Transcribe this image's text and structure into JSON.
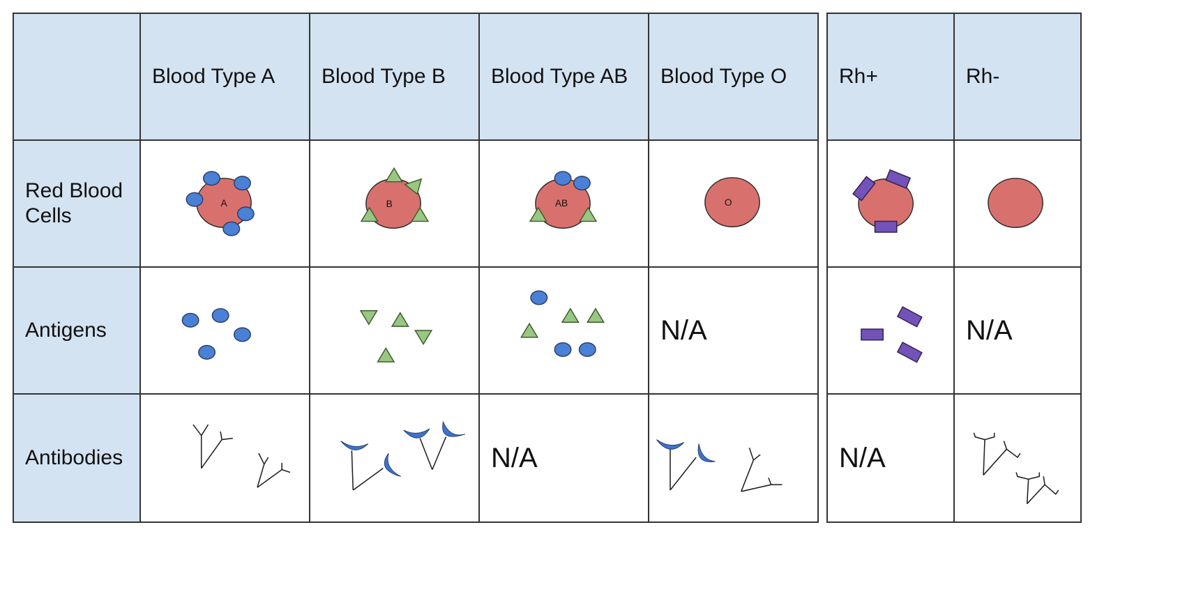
{
  "table": {
    "corner": "",
    "columns": [
      "Blood Type A",
      "Blood Type B",
      "Blood Type AB",
      "Blood Type O",
      "Rh+",
      "Rh-"
    ],
    "rows": [
      "Red Blood Cells",
      "Antigens",
      "Antibodies"
    ],
    "cell_labels": {
      "rbc_a": "A",
      "rbc_b": "B",
      "rbc_ab": "AB",
      "rbc_o": "O"
    },
    "na_text": {
      "antigens_o": "N/A",
      "antigens_rh_neg": "N/A",
      "antibodies_ab": "N/A",
      "antibodies_rh_pos": "N/A"
    }
  },
  "colors": {
    "header_bg": "#d4e3f2",
    "red_blood_cell": "#d8716d",
    "antigen_a": "#4a80d6",
    "antigen_b": "#98c783",
    "antigen_rh": "#7353b8",
    "grid_line": "#333333"
  }
}
